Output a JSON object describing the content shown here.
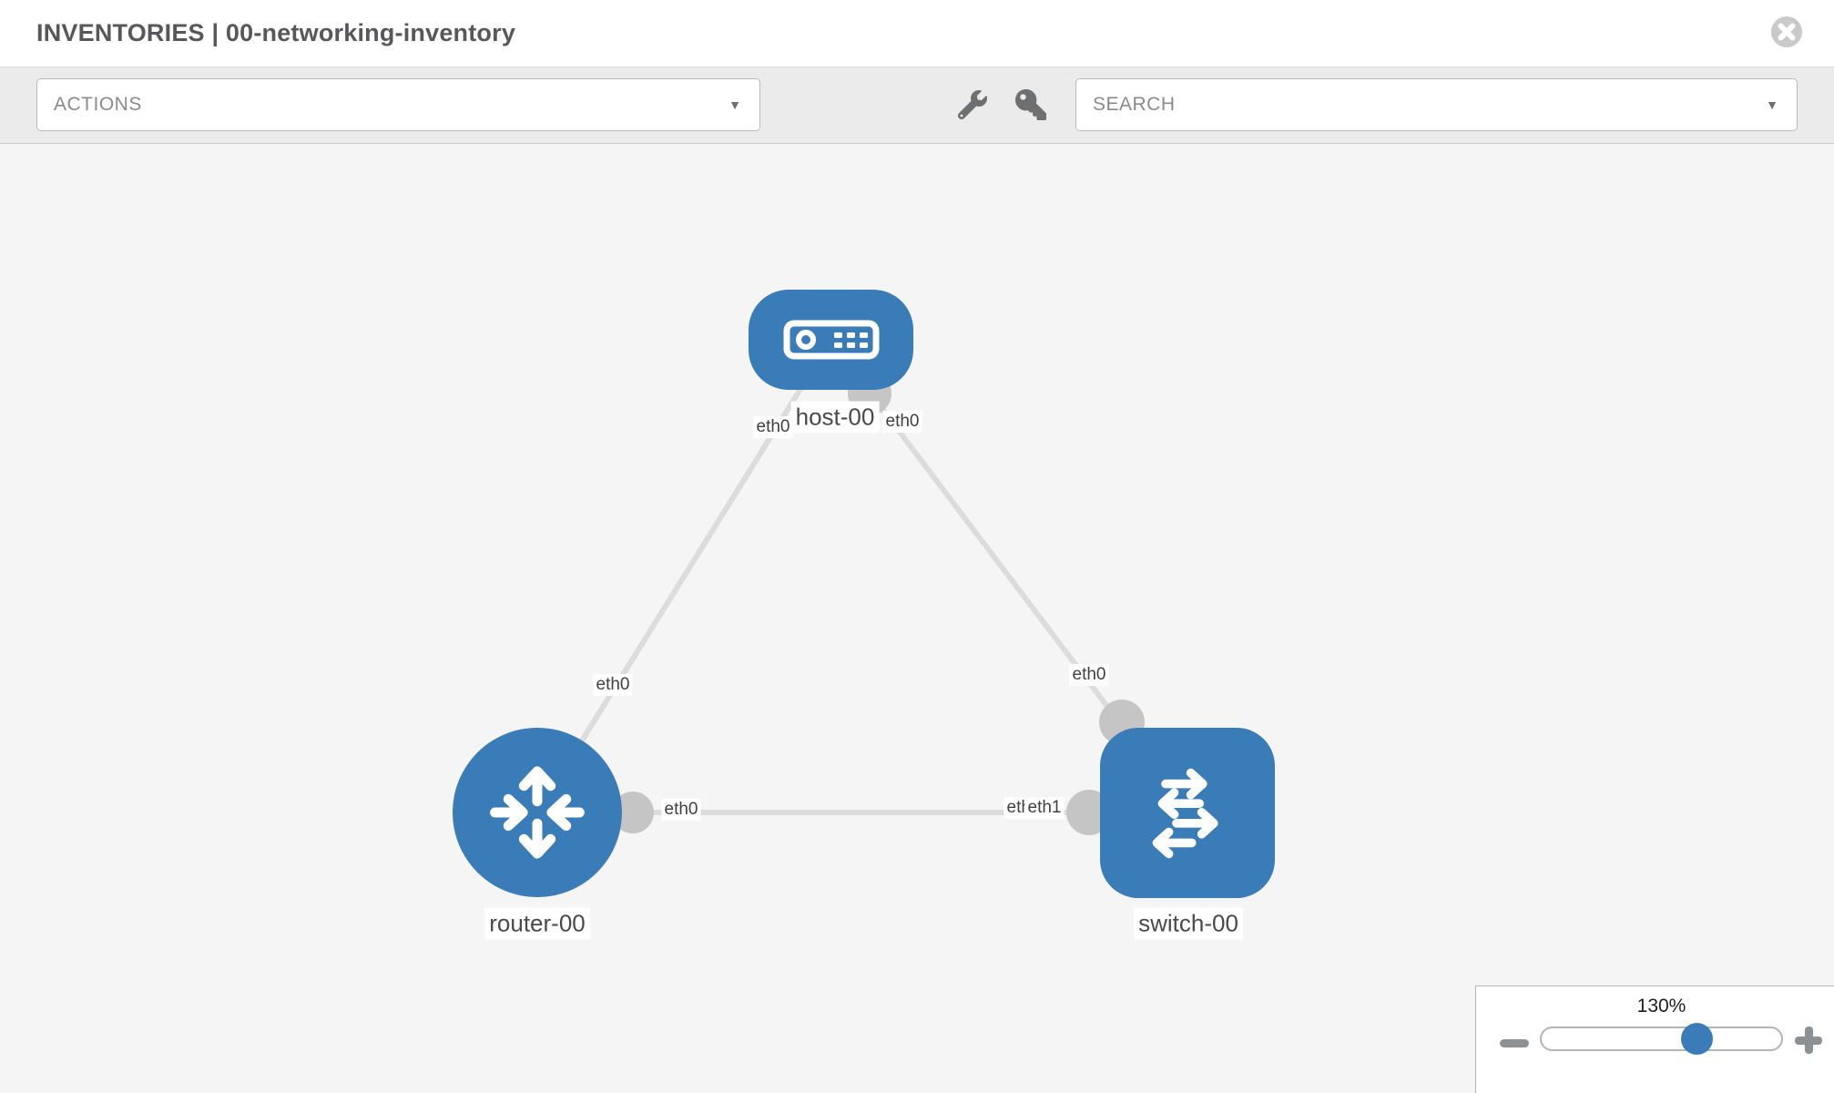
{
  "header": {
    "title": "INVENTORIES | 00-networking-inventory"
  },
  "toolbar": {
    "actions_label": "ACTIONS",
    "search_label": "SEARCH",
    "caret": "▼"
  },
  "topology": {
    "nodes": [
      {
        "label": "host-00",
        "type": "host"
      },
      {
        "label": "router-00",
        "type": "router"
      },
      {
        "label": "switch-00",
        "type": "switch"
      }
    ],
    "links": [
      {
        "source": "host-00",
        "target": "router-00",
        "source_interface": "eth0",
        "target_interface": "eth0"
      },
      {
        "source": "host-00",
        "target": "switch-00",
        "source_interface": "eth0",
        "target_interface": "eth0"
      },
      {
        "source": "router-00",
        "target": "switch-00",
        "source_interface": "eth0",
        "target_interface": "eth1"
      }
    ],
    "interface_labels": {
      "host_left": "eth0",
      "host_right": "eth0",
      "router_top": "eth0",
      "router_right": "eth0",
      "switch_top": "eth0",
      "switch_left_under": "eth0",
      "switch_left_over": "eth1"
    }
  },
  "zoom_control": {
    "value": "130%",
    "minus_glyph": "−",
    "plus_glyph": "+"
  },
  "colors": {
    "node_blue": "#3a7cb8",
    "port_gray": "#c5c5c5",
    "edge_gray": "#dcdcdc",
    "canvas_bg": "#f5f5f5",
    "toolbar_bg": "#ebebeb",
    "title_text": "#58585a"
  }
}
